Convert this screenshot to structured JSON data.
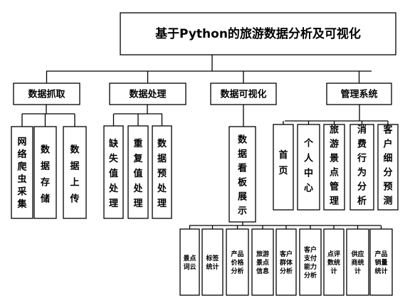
{
  "root": "基于Python的旅游数据分析及可视化",
  "branches": [
    {
      "label": "数据抓取",
      "children": [
        "网络爬虫采集",
        "数据存储",
        "数据上传"
      ]
    },
    {
      "label": "数据处理",
      "children": [
        "缺失值处理",
        "重复值处理",
        "数据预处理"
      ]
    },
    {
      "label": "数据可视化",
      "children": [
        "数据看板展示"
      ],
      "grandchildren": [
        "景点词云",
        "标签统计",
        "产品价格分析",
        "旅游景点信息",
        "客户群体分析",
        "客户支付能力分析",
        "点评数统计",
        "供应商统计",
        "产品销量统计"
      ]
    },
    {
      "label": "管理系统",
      "children": [
        "首页",
        "个人中心",
        "旅游景点管理",
        "消费行为分析",
        "客户细分预测"
      ]
    }
  ]
}
